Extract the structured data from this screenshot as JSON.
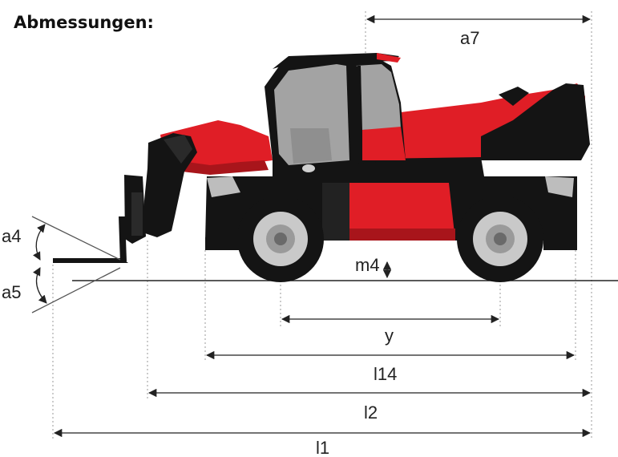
{
  "title": "Abmessungen:",
  "labels": {
    "a7": "a7",
    "a4": "a4",
    "a5": "a5",
    "m4": "m4",
    "y": "y",
    "l14": "l14",
    "l2": "l2",
    "l1": "l1"
  },
  "colors": {
    "body_red": "#e01e26",
    "dark_red": "#a8151b",
    "black": "#141414",
    "glass_grey": "#a3a3a3",
    "wheel_grey": "#c9c9c9",
    "line": "#222222"
  }
}
